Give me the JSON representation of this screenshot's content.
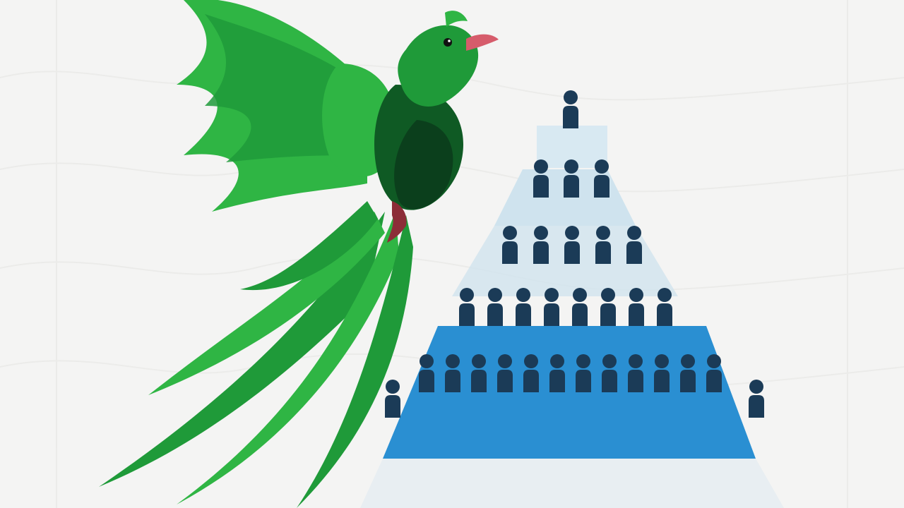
{
  "scene": {
    "background_color": "#f4f4f3",
    "pattern_color": "#e6e6e4"
  },
  "bird": {
    "kind": "quetzal",
    "colors": {
      "light_green": "#2fb544",
      "green": "#1f9a39",
      "dark_green": "#0f5a24",
      "breast": "#0b3f1c",
      "beak": "#d65c6b",
      "legs": "#8c2d38",
      "eye": "#111111"
    }
  },
  "pyramid": {
    "tier_colors": {
      "top_light": "#d8e9f2",
      "mid_light": "#cfe3ee",
      "blue_tier": "#2a8fd2",
      "bottom_light": "#e8eef2"
    },
    "person_color": "#1b3b57",
    "rows": [
      1,
      3,
      5,
      8,
      12
    ],
    "side_people": 2
  }
}
